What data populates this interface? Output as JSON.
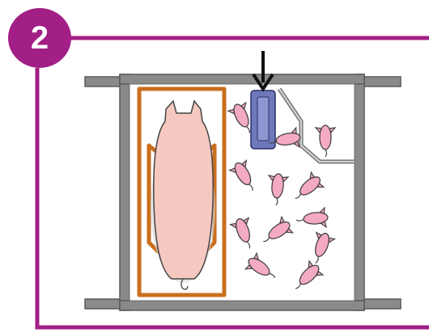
{
  "step": {
    "number": "2"
  },
  "colors": {
    "accent": "#a21f86",
    "wall": "#5f5f5f",
    "crate": "#c96f1e",
    "piglet": "#f4a9c4",
    "sow": "#f5c8c0",
    "feeder": "#6f78b8"
  },
  "icons": [
    "step-number-badge",
    "down-arrow-icon",
    "sow-icon",
    "piglet-icon",
    "feeder-icon",
    "farrowing-crate"
  ]
}
